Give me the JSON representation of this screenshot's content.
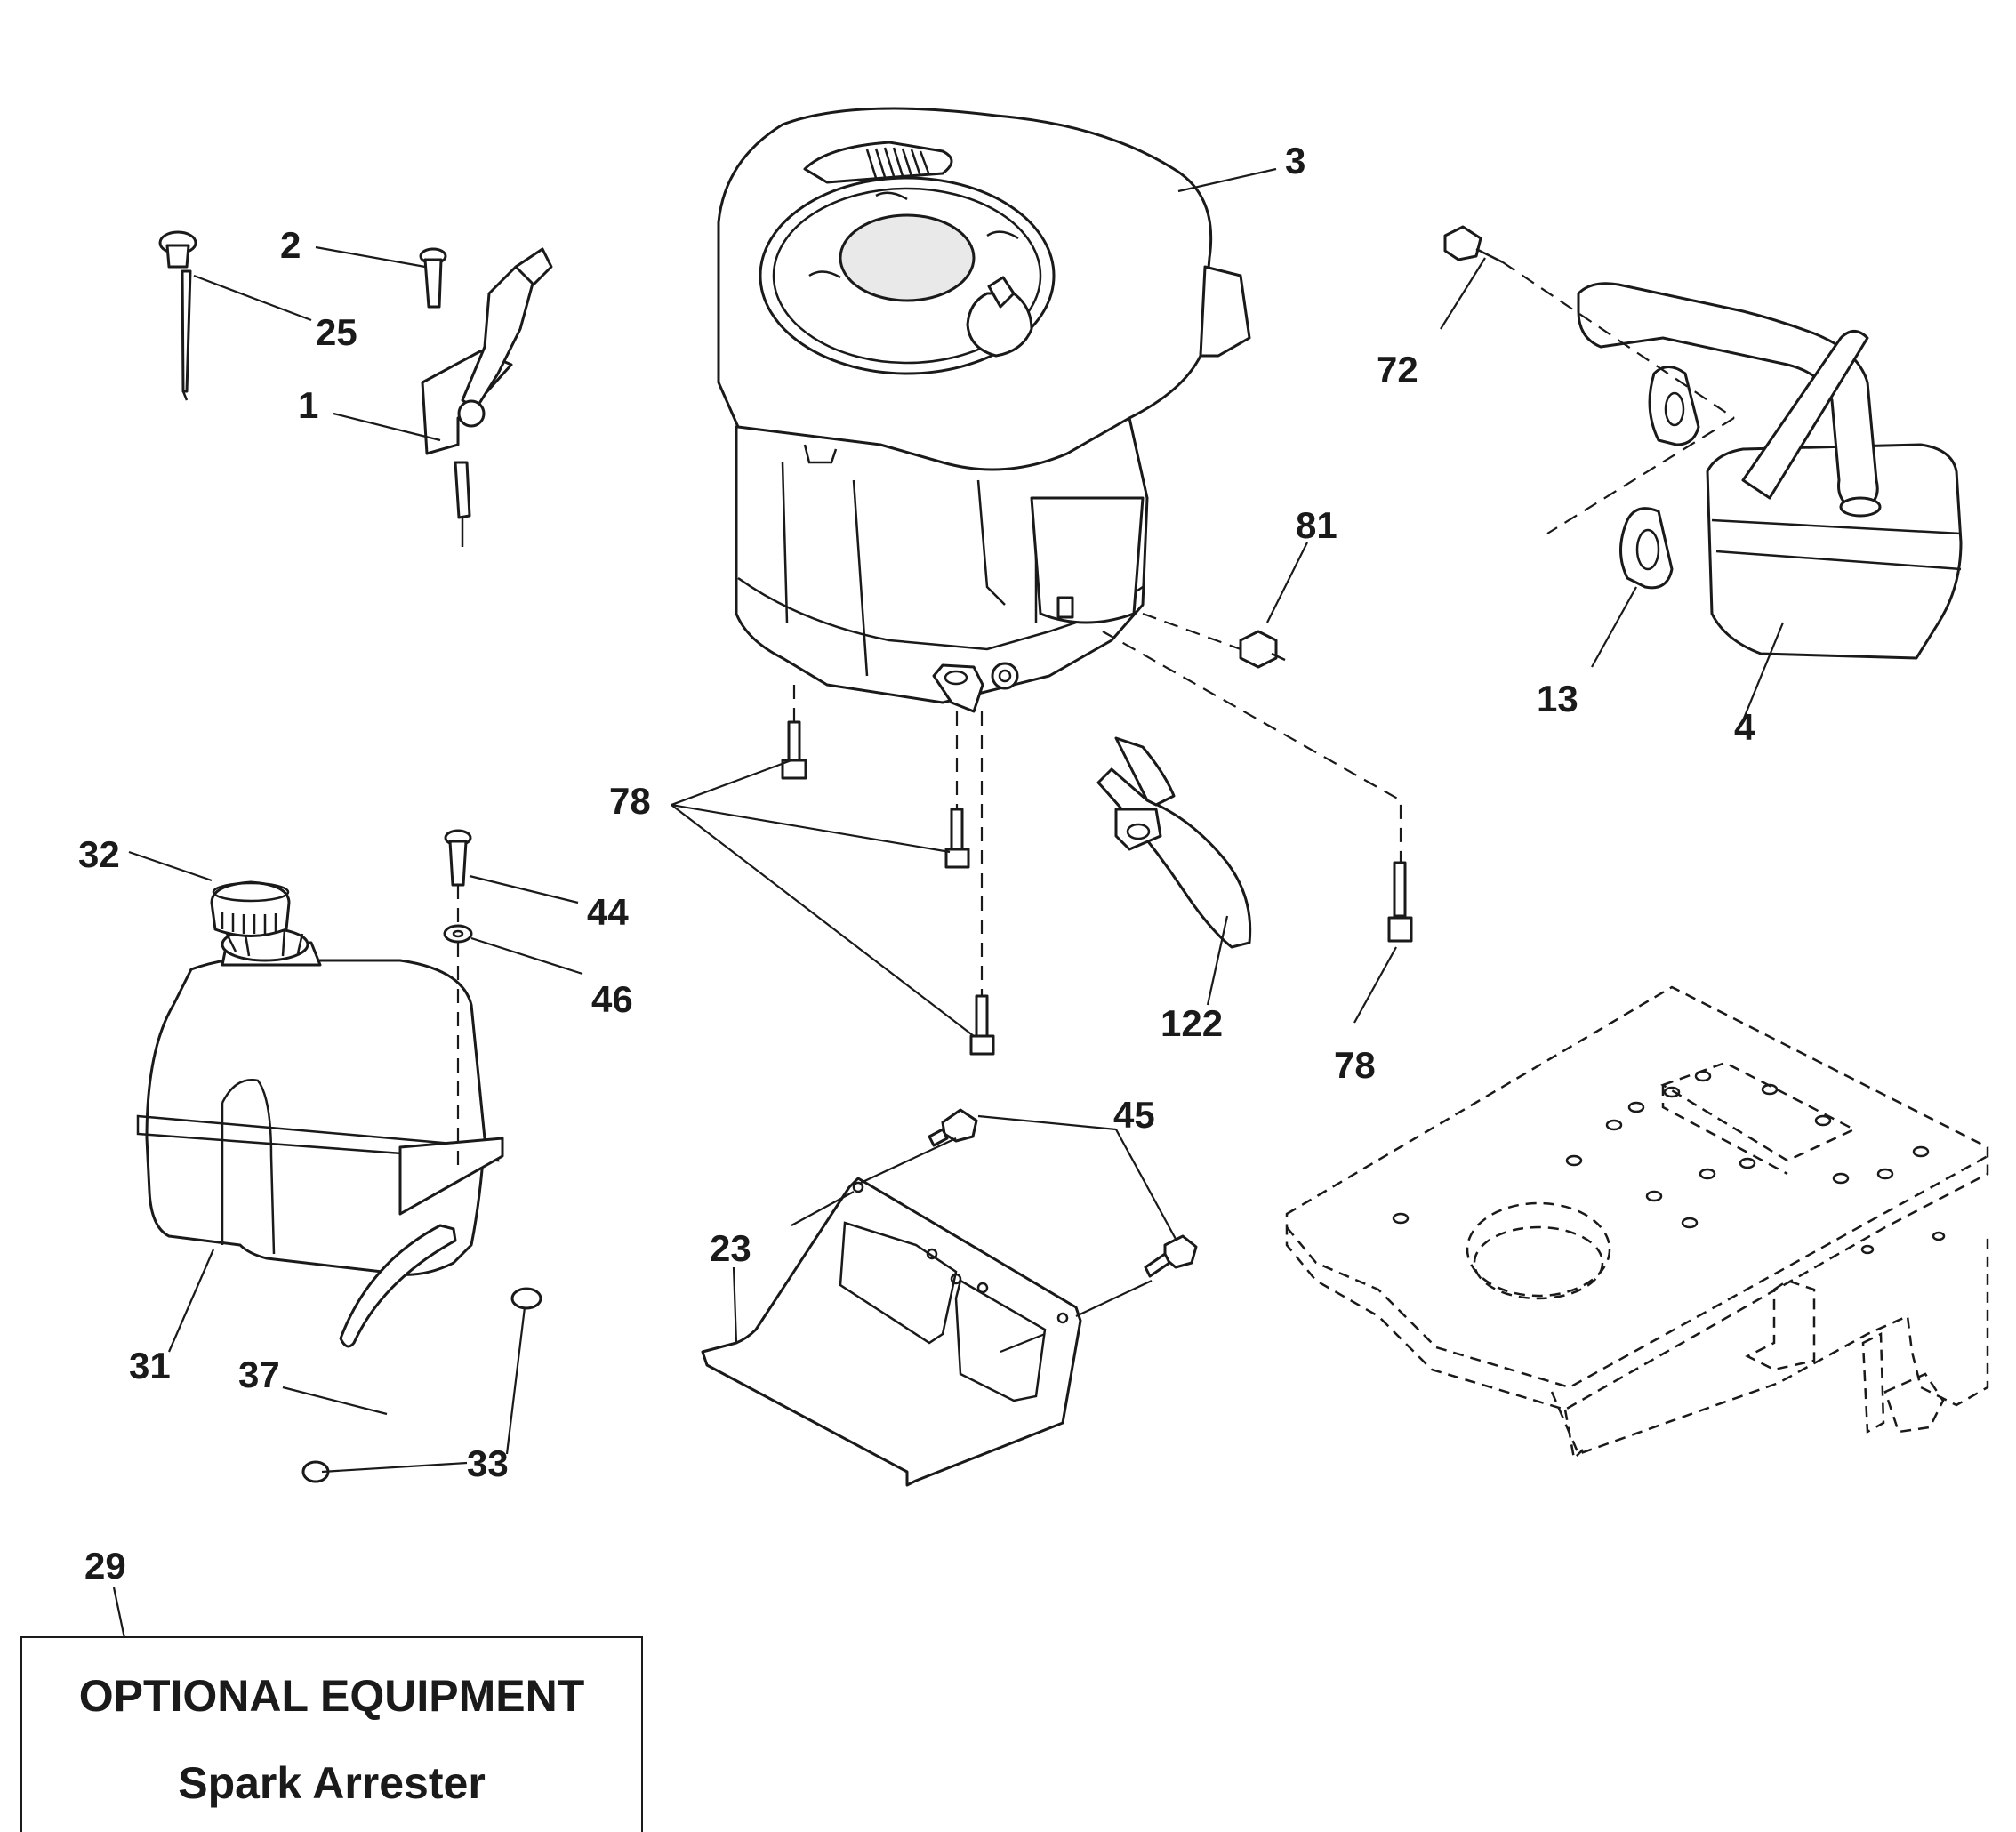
{
  "callouts": {
    "c1": "1",
    "c2": "2",
    "c3": "3",
    "c4": "4",
    "c13": "13",
    "c23": "23",
    "c25": "25",
    "c29": "29",
    "c31": "31",
    "c32": "32",
    "c33": "33",
    "c37": "37",
    "c44": "44",
    "c45": "45",
    "c46": "46",
    "c72": "72",
    "c78a": "78",
    "c78b": "78",
    "c81": "81",
    "c122": "122"
  },
  "optional_box": {
    "title": "OPTIONAL EQUIPMENT",
    "item": "Spark Arrester"
  }
}
